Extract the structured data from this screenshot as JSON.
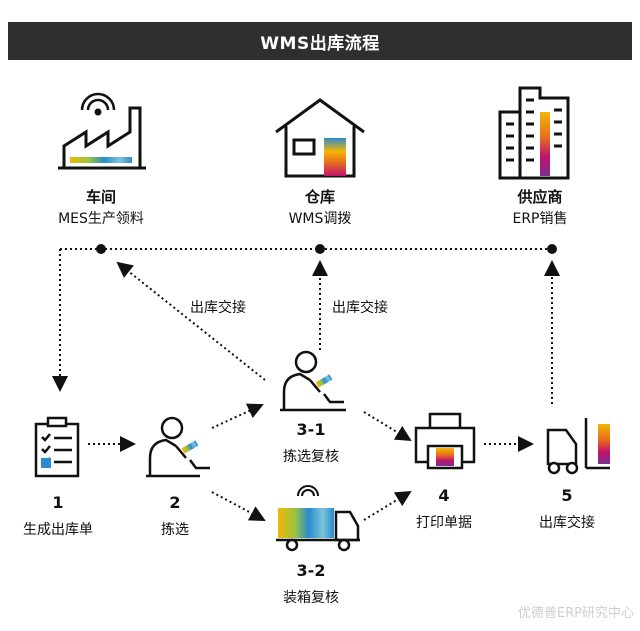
{
  "title": "WMS出库流程",
  "top_nodes": [
    {
      "id": "workshop",
      "title": "车间",
      "subtitle": "MES生产领料"
    },
    {
      "id": "warehouse",
      "title": "仓库",
      "subtitle": "WMS调拨"
    },
    {
      "id": "supplier",
      "title": "供应商",
      "subtitle": "ERP销售"
    }
  ],
  "steps": [
    {
      "id": "s1",
      "number": "1",
      "label": "生成出库单"
    },
    {
      "id": "s2",
      "number": "2",
      "label": "拣选"
    },
    {
      "id": "s31",
      "number": "3-1",
      "label": "拣选复核"
    },
    {
      "id": "s32",
      "number": "3-2",
      "label": "装箱复核"
    },
    {
      "id": "s4",
      "number": "4",
      "label": "打印单据"
    },
    {
      "id": "s5",
      "number": "5",
      "label": "出库交接"
    }
  ],
  "edge_labels": {
    "to_workshop": "出库交接",
    "to_warehouse": "出库交接"
  },
  "watermark": "优德普ERP研究中心",
  "colors": {
    "header_bg": "#2f2f2f",
    "stripe": [
      "#f2b705",
      "#e86b1f",
      "#c0136c",
      "#2a8bd0",
      "#7cc5d9",
      "#9bc53d"
    ]
  }
}
